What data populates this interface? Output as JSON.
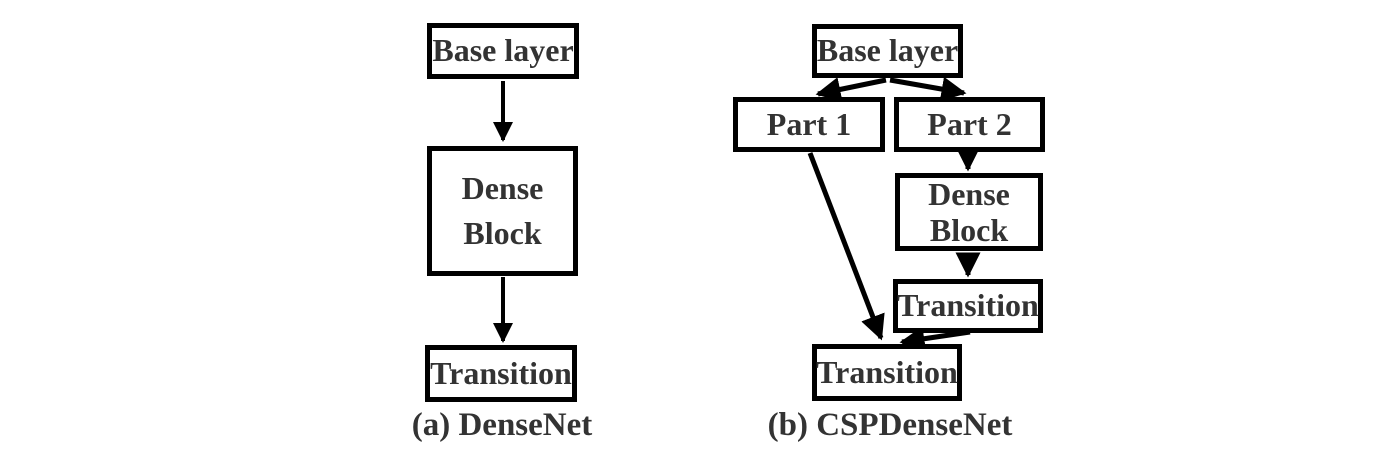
{
  "colors": {
    "background": "#ffffff",
    "box_border": "#000000",
    "arrow": "#000000",
    "text": "#333333"
  },
  "diagram_a": {
    "caption": "(a) DenseNet",
    "nodes": {
      "base": "Base layer",
      "dense_block": "Dense Block",
      "transition": "Transition"
    },
    "edges": [
      "Base layer -> Dense Block",
      "Dense Block -> Transition"
    ]
  },
  "diagram_b": {
    "caption": "(b) CSPDenseNet",
    "nodes": {
      "base": "Base layer",
      "part1": "Part 1",
      "part2": "Part 2",
      "dense_block": "Dense Block",
      "transition_upper": "Transition",
      "transition_lower": "Transition"
    },
    "edges": [
      "Base layer -> Part 1",
      "Base layer -> Part 2",
      "Part 2 -> Dense Block",
      "Dense Block -> Transition (upper)",
      "Transition (upper) -> Transition (lower)",
      "Part 1 -> Transition (lower)"
    ]
  }
}
